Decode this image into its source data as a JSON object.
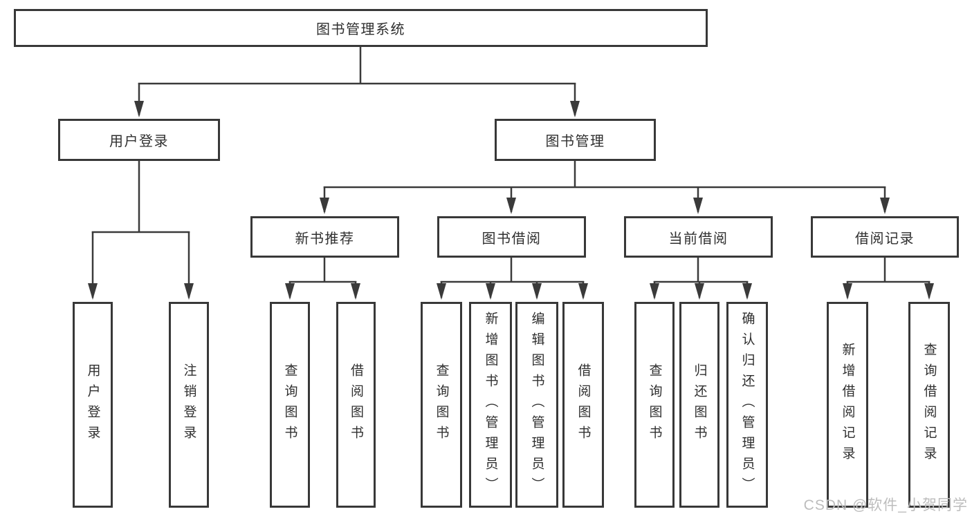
{
  "diagram": {
    "title_node": {
      "label": "图书管理系统"
    },
    "level2": [
      {
        "label": "用户登录"
      },
      {
        "label": "图书管理"
      }
    ],
    "level3": [
      {
        "label": "新书推荐"
      },
      {
        "label": "图书借阅"
      },
      {
        "label": "当前借阅"
      },
      {
        "label": "借阅记录"
      }
    ],
    "leaves": {
      "user_login": [
        "用户登录",
        "注销登录"
      ],
      "new_book": [
        "查询图书",
        "借阅图书"
      ],
      "book_borrow": [
        "查询图书",
        "新增图书（管理员）",
        "编辑图书（管理员）",
        "借阅图书"
      ],
      "current_borrow": [
        "查询图书",
        "归还图书",
        "确认归还（管理员）"
      ],
      "borrow_records": [
        "新增借阅记录",
        "查询借阅记录"
      ]
    }
  },
  "watermark": "CSDN @软件_小贺同学",
  "colors": {
    "line": "#3a3a3a",
    "border": "#383838",
    "text": "#2f2f2f",
    "watermark": "#bdbdbd",
    "background": "#ffffff"
  }
}
